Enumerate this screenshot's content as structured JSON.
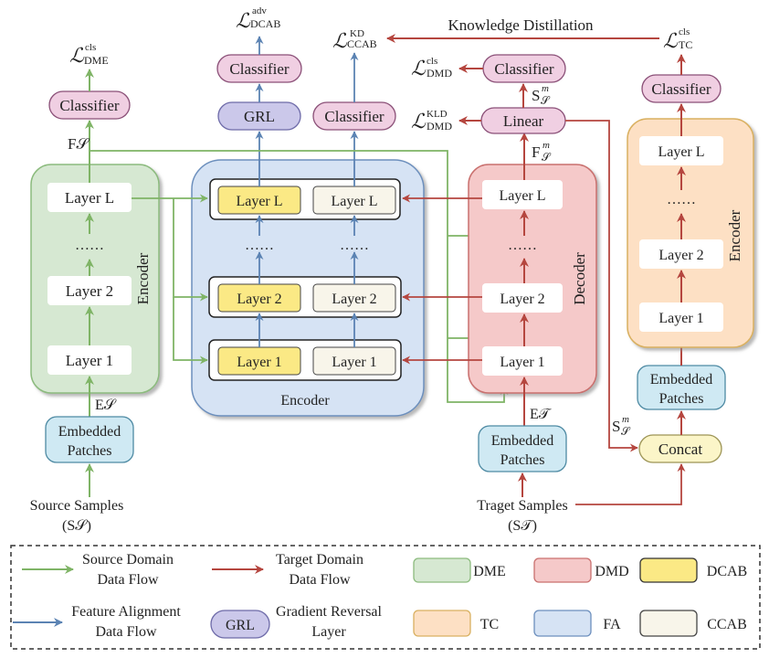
{
  "colors": {
    "source_flow": "#7fb466",
    "target_flow": "#b5463f",
    "align_flow": "#5b83b3",
    "dme_fill": "#d6e8d2",
    "dme_stroke": "#8cbb7e",
    "dmd_fill": "#f5c9c9",
    "dmd_stroke": "#c9706e",
    "tc_fill": "#fde0c4",
    "tc_stroke": "#d9b060",
    "fa_fill": "#d6e3f4",
    "fa_stroke": "#6c8fbd",
    "dcab_fill": "#fbe985",
    "ccab_fill": "#f8f5ea",
    "classifier_fill": "#f0cfe2",
    "classifier_stroke": "#8a4f77",
    "grl_fill": "#cbc8ea",
    "grl_stroke": "#6d6aa8",
    "patch_fill": "#cfe9f3",
    "patch_stroke": "#4e8aa3",
    "concat_fill": "#fbf5c8",
    "concat_stroke": "#9c9455"
  },
  "losses": {
    "dme_cls": {
      "base": "ℒ",
      "sup": "cls",
      "sub": "DME"
    },
    "dcab_adv": {
      "base": "ℒ",
      "sup": "adv",
      "sub": "DCAB"
    },
    "ccab_kd": {
      "base": "ℒ",
      "sup": "KD",
      "sub": "CCAB"
    },
    "dmd_cls": {
      "base": "ℒ",
      "sup": "cls",
      "sub": "DMD"
    },
    "dmd_kld": {
      "base": "ℒ",
      "sup": "KLD",
      "sub": "DMD"
    },
    "tc_cls": {
      "base": "ℒ",
      "sup": "cls",
      "sub": "TC"
    }
  },
  "labels": {
    "knowledge_distillation": "Knowledge Distillation",
    "classifier": "Classifier",
    "grl": "GRL",
    "linear": "Linear",
    "concat": "Concat",
    "encoder": "Encoder",
    "decoder": "Decoder",
    "embedded": "Embedded",
    "patches": "Patches",
    "layer_L": "Layer L",
    "layer_2": "Layer 2",
    "layer_1": "Layer 1",
    "dots": "……",
    "source_samples": "Source Samples",
    "source_symbol": "(S𝒮)",
    "target_samples": "Traget Samples",
    "target_symbol": "(S𝒯)",
    "F_S": "F𝒮",
    "E_S": "E𝒮",
    "E_T": "E𝒯",
    "F_S_m": {
      "base": "F",
      "sup": "m",
      "sub": "𝒮"
    },
    "S_S_m": {
      "base": "S",
      "sup": "m",
      "sub": "𝒮"
    }
  },
  "legend": {
    "source_flow": [
      "Source Domain",
      "Data Flow"
    ],
    "target_flow": [
      "Target Domain",
      "Data Flow"
    ],
    "align_flow": [
      "Feature Alignment",
      "Data Flow"
    ],
    "grl_badge": "GRL",
    "grl_text": [
      "Gradient Reversal",
      "Layer"
    ],
    "swatches": [
      {
        "label": "DME",
        "key": "dme"
      },
      {
        "label": "DMD",
        "key": "dmd"
      },
      {
        "label": "DCAB",
        "key": "dcab"
      },
      {
        "label": "TC",
        "key": "tc"
      },
      {
        "label": "FA",
        "key": "fa"
      },
      {
        "label": "CCAB",
        "key": "ccab"
      }
    ]
  }
}
